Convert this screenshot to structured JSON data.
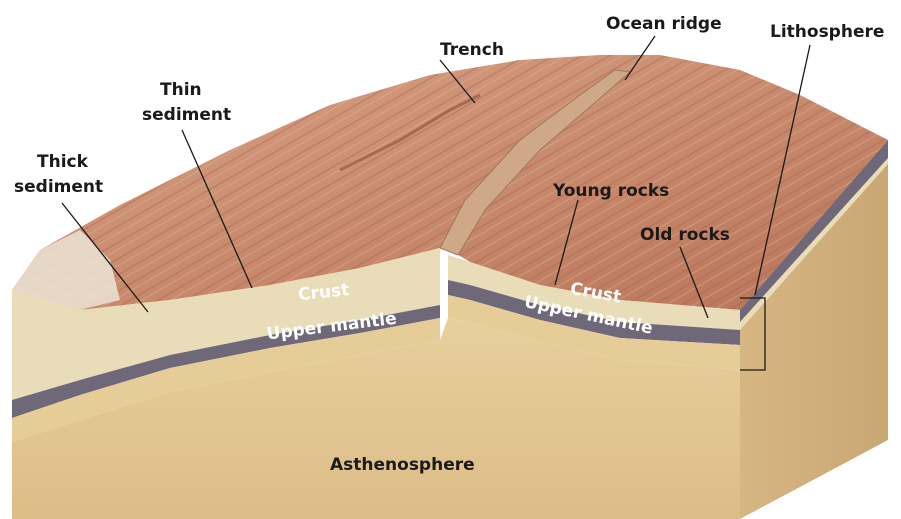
{
  "labels": {
    "ocean_ridge": "Ocean ridge",
    "lithosphere": "Lithosphere",
    "trench": "Trench",
    "thin_sediment_1": "Thin",
    "thin_sediment_2": "sediment",
    "thick_sediment_1": "Thick",
    "thick_sediment_2": "sediment",
    "young_rocks": "Young rocks",
    "old_rocks": "Old rocks",
    "crust_left": "Crust",
    "upper_mantle_left": "Upper mantle",
    "crust_right": "Crust",
    "upper_mantle_right": "Upper mantle",
    "asthenosphere": "Asthenosphere"
  },
  "colors": {
    "seafloor": "#c98b6e",
    "seafloor_dark": "#a8644a",
    "crust": "#6e6878",
    "sediment": "#e9dcb8",
    "upper_mantle": "#e6cc96",
    "asthenosphere": "#ddc08a"
  }
}
